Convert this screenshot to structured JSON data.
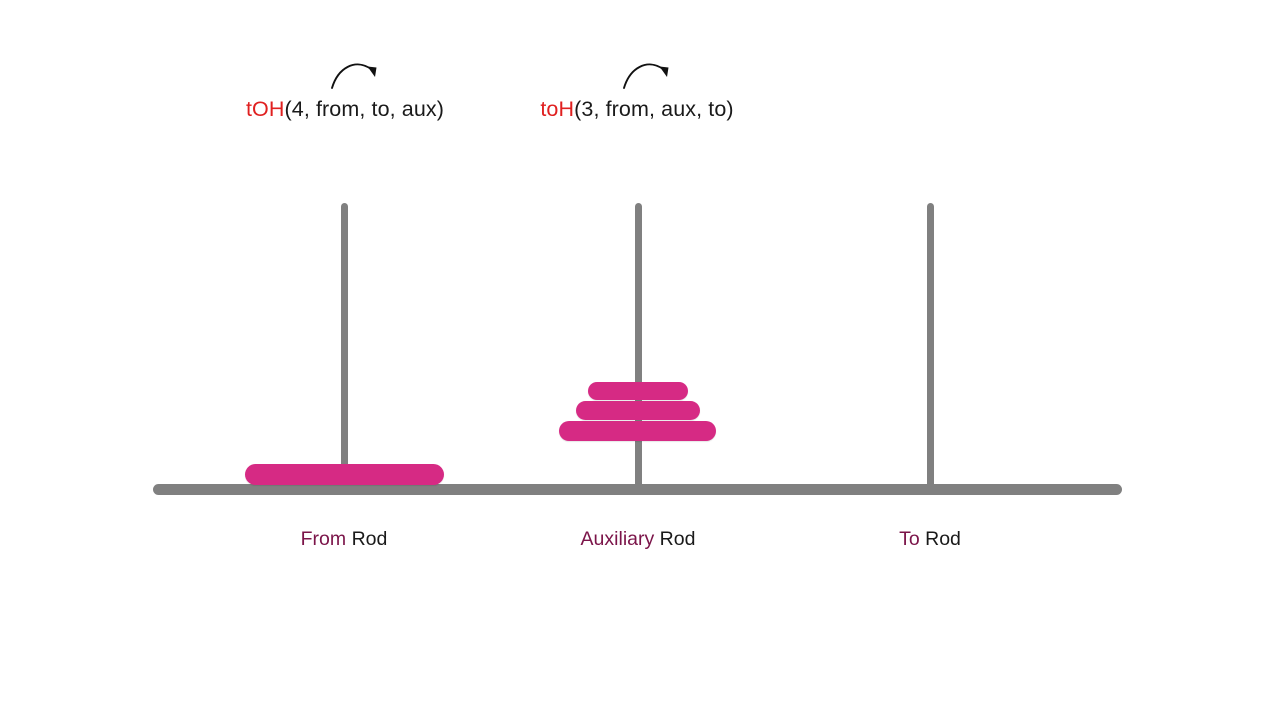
{
  "scene": {
    "title": "Tower of Hanoi recursive call visualization",
    "background_color": "#ffffff",
    "rod_color": "#808080",
    "disk_color": "#d62a84",
    "call_name_color": "#e02020",
    "caption_key_color": "#7b1449",
    "text_color": "#1a1a1a"
  },
  "call_stack": [
    {
      "name": "tOH",
      "args": "(4, from, to, aux)",
      "arrow_icon": "curved-arrow-right-icon"
    },
    {
      "name": "toH",
      "args": "(3, from, aux, to)",
      "arrow_icon": "curved-arrow-right-icon"
    }
  ],
  "rods": [
    {
      "id": "from",
      "key_word": "From",
      "suffix": " Rod",
      "disks": [
        {
          "size": 4,
          "label": "disk-4"
        }
      ]
    },
    {
      "id": "auxiliary",
      "key_word": "Auxiliary",
      "suffix": " Rod",
      "disks": [
        {
          "size": 1,
          "label": "disk-1"
        },
        {
          "size": 2,
          "label": "disk-2"
        },
        {
          "size": 3,
          "label": "disk-3"
        }
      ]
    },
    {
      "id": "to",
      "key_word": "To",
      "suffix": " Rod",
      "disks": []
    }
  ]
}
